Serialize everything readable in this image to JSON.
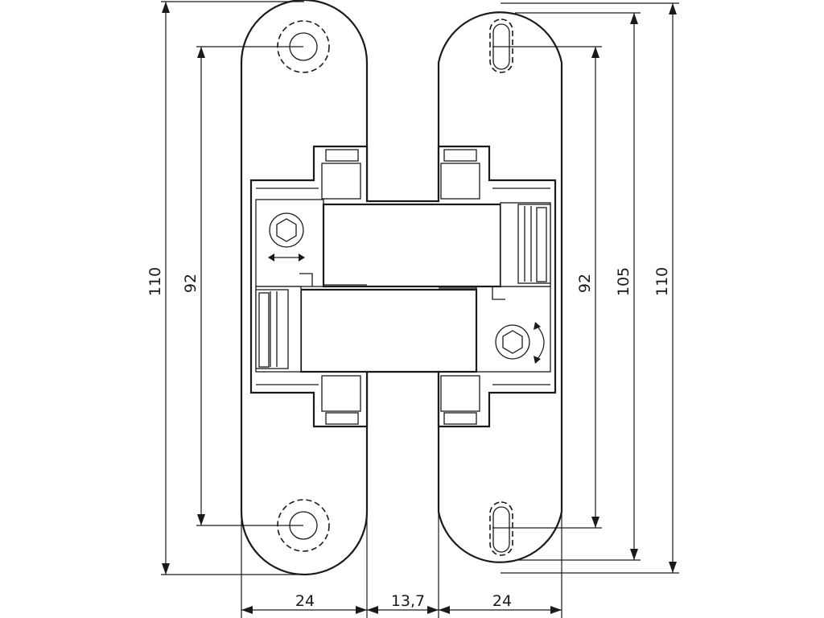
{
  "dimensions": {
    "left_total_height": "110",
    "left_screw_spacing": "92",
    "right_screw_spacing": "92",
    "right_plate_height": "105",
    "right_total_height": "110",
    "left_plate_width": "24",
    "gap_width": "13,7",
    "right_plate_width": "24"
  },
  "symbols": {
    "horizontal_adjust": "double-arrow-icon",
    "rotational_adjust": "curved-arrow-icon",
    "adjust_screw": "hex-socket-icon"
  }
}
